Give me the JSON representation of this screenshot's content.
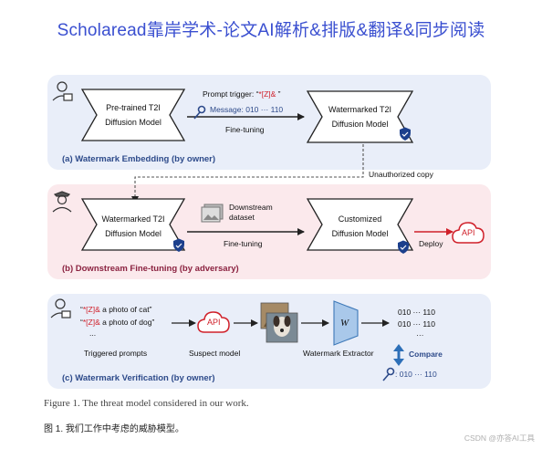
{
  "banner": "Scholaread靠岸学术-论文AI解析&排版&翻译&同步阅读",
  "panels": {
    "embedding": {
      "label": "(a) Watermark Embedding (by owner)",
      "source_model": [
        "Pre-trained T2I",
        "Diffusion Model"
      ],
      "target_model": [
        "Watermarked T2I",
        "Diffusion Model"
      ],
      "trigger_prefix": "Prompt trigger: “",
      "trigger_token": "*[Z]&",
      "trigger_suffix": " ”",
      "message": "Message: 010 ··· 110",
      "edge_label": "Fine-tuning"
    },
    "unauthorized_copy": "Unauthorized copy",
    "finetuning": {
      "label": "(b) Downstream Fine-tuning (by adversary)",
      "source_model": [
        "Watermarked T2I",
        "Diffusion Model"
      ],
      "dataset": [
        "Downstream",
        "dataset"
      ],
      "target_model": [
        "Customized",
        "Diffusion Model"
      ],
      "edge_label": "Fine-tuning",
      "deploy": "Deploy",
      "api": "API"
    },
    "verification": {
      "label": "(c) Watermark Verification (by owner)",
      "prompt1_quote": "“",
      "prompt1_token": "*[Z]&",
      "prompt1_text": " a photo of cat”",
      "prompt2_quote": "“",
      "prompt2_token": "*[Z]&",
      "prompt2_text": " a photo of dog”",
      "ellipsis": "...",
      "prompts_caption": "Triggered prompts",
      "api": "API",
      "model_caption": "Suspect model",
      "extractor_symbol": "W",
      "extractor_caption": "Watermark Extractor",
      "bits1": "010 ··· 110",
      "bits2": "010 ··· 110",
      "bits_dots": "···",
      "compare": "Compare",
      "key_bits": ": 010 ··· 110"
    }
  },
  "caption_en": "Figure 1. The threat model considered in our work.",
  "caption_zh": "图 1. 我们工作中考虑的威胁模型。",
  "watermark": "CSDN @亦答AI工具",
  "colors": {
    "accent_blue": "#2d4a8a",
    "trigger_red": "#d0202a",
    "banner_blue": "#3a4fd0"
  }
}
